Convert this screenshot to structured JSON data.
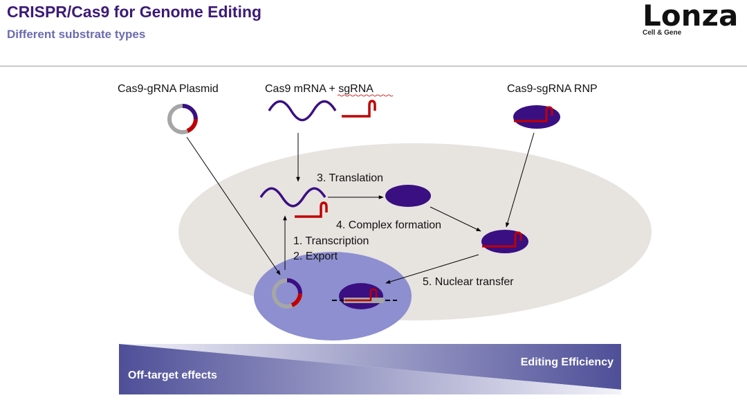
{
  "header": {
    "title": "CRISPR/Cas9 for Genome Editing",
    "subtitle": "Different substrate types",
    "logo_text": "Lonza",
    "logo_subtext": "Cell & Gene"
  },
  "diagram": {
    "labels": {
      "plasmid": "Cas9-gRNA Plasmid",
      "mrna_prefix": "Cas9 mRNA + ",
      "mrna_sg": "sgRNA",
      "rnp": "Cas9-sgRNA RNP"
    },
    "steps": {
      "translation": "3. Translation",
      "complex": "4. Complex formation",
      "transcription": "1. Transcription",
      "export": "2. Export",
      "nuclear": "5. Nuclear transfer"
    },
    "colors": {
      "cas9_purple": "#3a0f82",
      "rna_red": "#c00000",
      "cell": "#e7e3df",
      "nucleus": "#8d8fd0",
      "plasmid_gray": "#a6a6a6"
    }
  },
  "gradient_bar": {
    "editing_label": "Editing Efficiency",
    "offtarget_label": "Off-target effects"
  }
}
